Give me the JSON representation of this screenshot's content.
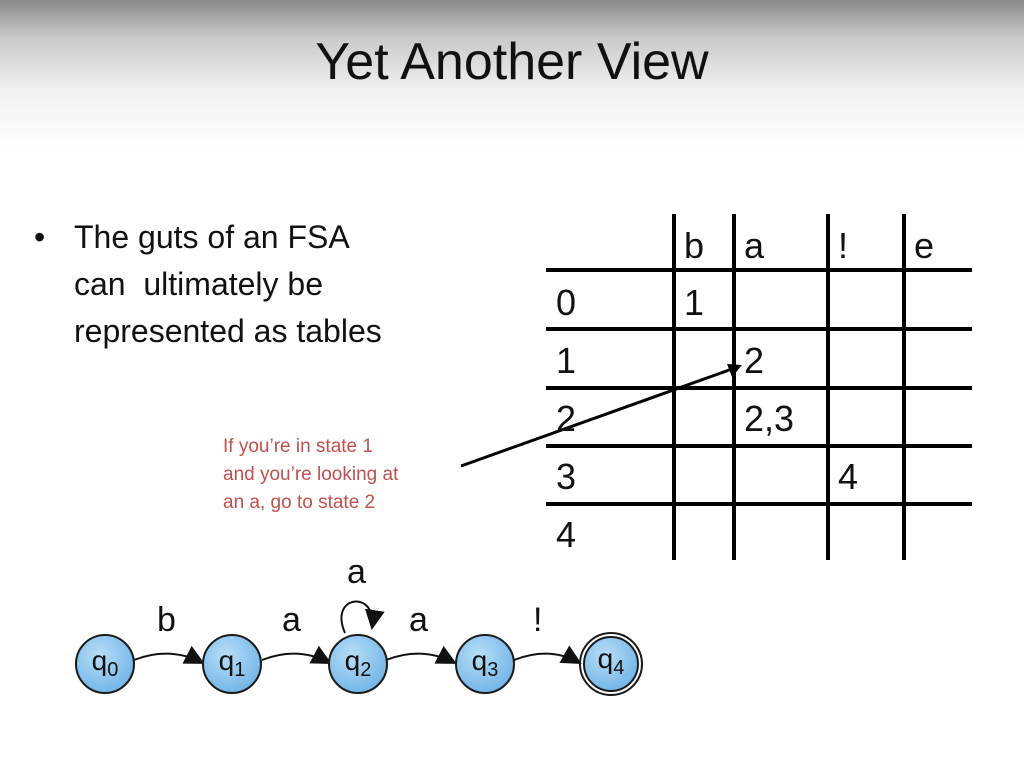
{
  "slide": {
    "title": "Yet Another View",
    "bullet_lines": [
      "The guts of an FSA",
      "can  ultimately be",
      "represented as tables"
    ],
    "callout_lines": [
      "If you’re in state 1",
      "and you’re looking at",
      "an a, go to state 2"
    ]
  },
  "transition_table": {
    "column_headers": [
      "b",
      "a",
      "!",
      "e"
    ],
    "rows": [
      {
        "state": "0",
        "cells": [
          "1",
          "",
          "",
          ""
        ]
      },
      {
        "state": "1",
        "cells": [
          "",
          "2",
          "",
          ""
        ]
      },
      {
        "state": "2",
        "cells": [
          "",
          "2,3",
          "",
          ""
        ]
      },
      {
        "state": "3",
        "cells": [
          "",
          "",
          "4",
          ""
        ]
      },
      {
        "state": "4",
        "cells": [
          "",
          "",
          "",
          ""
        ]
      }
    ]
  },
  "fsa_diagram": {
    "states": [
      {
        "label": "q",
        "subscript": "0"
      },
      {
        "label": "q",
        "subscript": "1"
      },
      {
        "label": "q",
        "subscript": "2"
      },
      {
        "label": "q",
        "subscript": "3"
      },
      {
        "label": "q",
        "subscript": "4"
      }
    ],
    "edge_labels": [
      "b",
      "a",
      "a",
      "!"
    ],
    "self_loop_label": "a",
    "accept_state_index": 4
  },
  "colors": {
    "state_fill": "#8ec8f0",
    "callout_text": "#c0504d"
  }
}
